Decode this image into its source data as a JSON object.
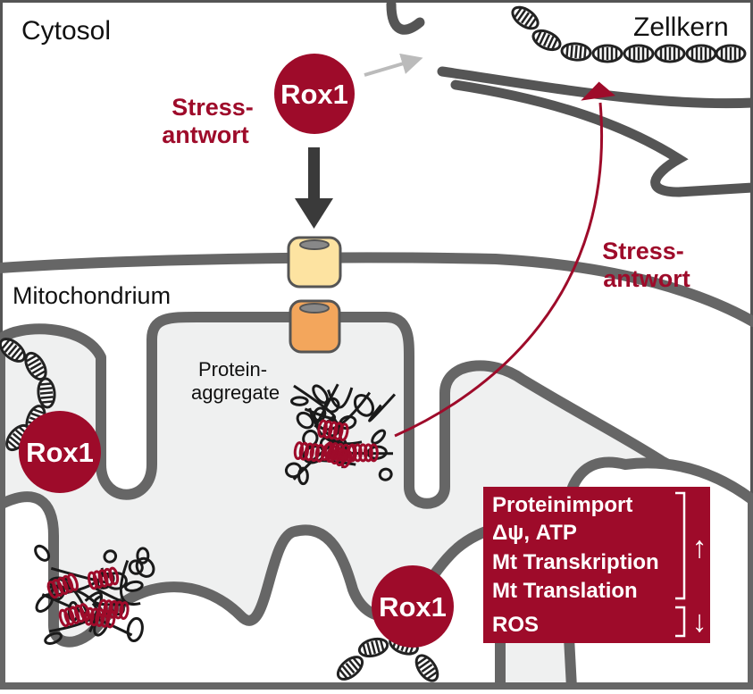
{
  "labels": {
    "cytosol": "Cytosol",
    "nucleus": "Zellkern",
    "mitochondrion": "Mitochondrium",
    "aggregate_line1": "Protein-",
    "aggregate_line2": "aggregate"
  },
  "stress_response": {
    "line1": "Stress-",
    "line2": "antwort"
  },
  "rox1_label": "Rox1",
  "effects_box": {
    "increased": [
      "Proteinimport",
      "Δψ, ATP",
      "Mt Transkription",
      "Mt Translation"
    ],
    "increased_arrow": "↑",
    "decreased": "ROS",
    "decreased_arrow": "↓"
  },
  "colors": {
    "accent": "#9e0b2a",
    "membrane": "#666666",
    "matrix": "#eff0f0",
    "outer_pore": "#fde3a1",
    "inner_pore": "#f3a65c",
    "dark_arrow": "#3a3a3a",
    "grey_arrow": "#bbbbbb"
  }
}
